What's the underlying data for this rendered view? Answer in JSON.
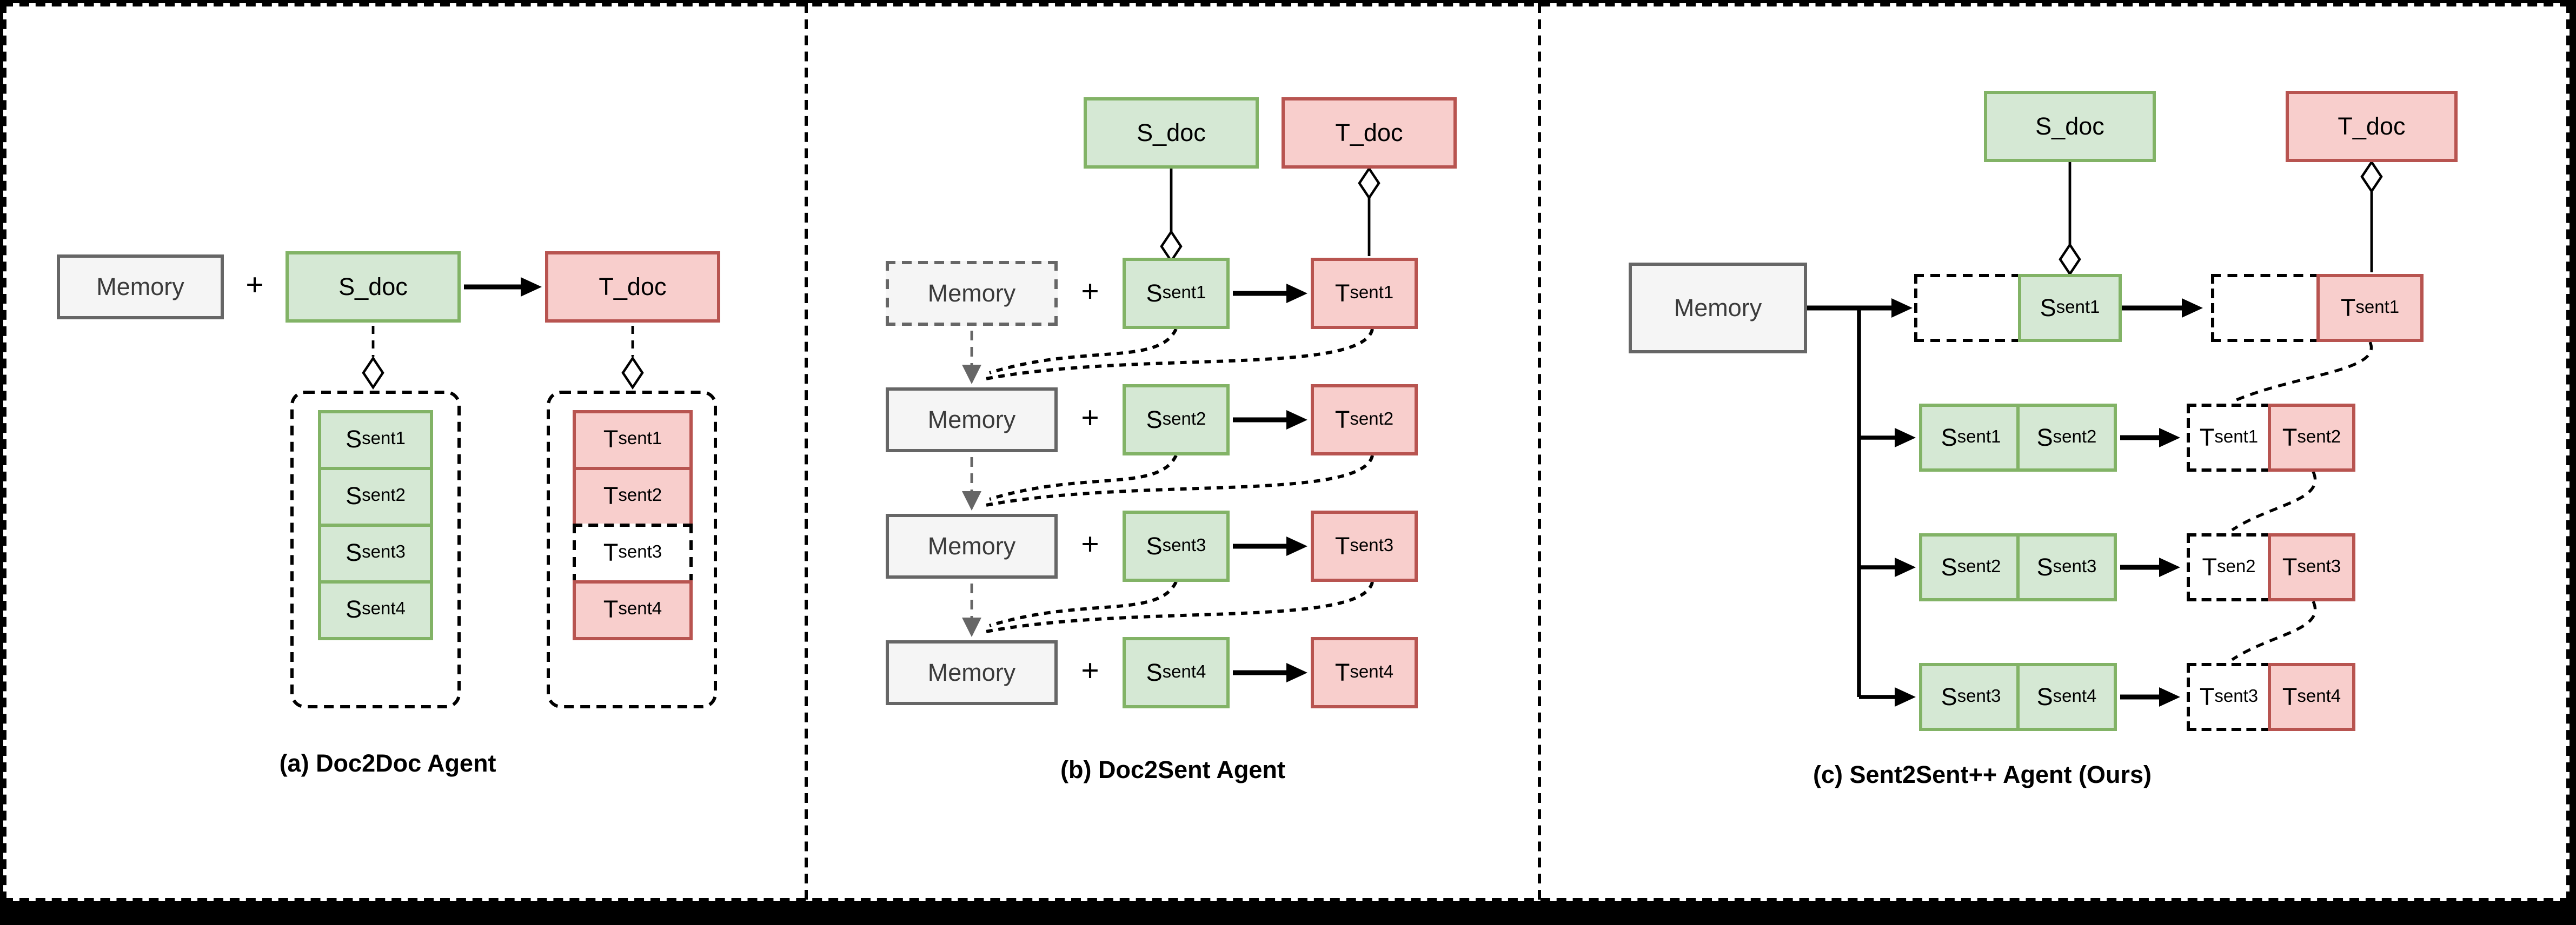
{
  "colors": {
    "green_fill": "#d5e8d4",
    "green_border": "#82b366",
    "red_fill": "#f8cecc",
    "red_border": "#b85450",
    "gray_fill": "#f5f5f5",
    "gray_border": "#666666",
    "line": "#000000"
  },
  "panel_a": {
    "caption": "(a) Doc2Doc Agent",
    "memory_label": "Memory",
    "plus": "+",
    "s_doc_label": "S_doc",
    "t_doc_label": "T_doc",
    "s_sents": [
      {
        "main": "S",
        "sub": "sent1"
      },
      {
        "main": "S",
        "sub": "sent2"
      },
      {
        "main": "S",
        "sub": "sent3"
      },
      {
        "main": "S",
        "sub": "sent4"
      }
    ],
    "t_sents": [
      {
        "main": "T",
        "sub": "sent1"
      },
      {
        "main": "T",
        "sub": "sent2"
      },
      {
        "main": "T",
        "sub": "sent3"
      },
      {
        "main": "T",
        "sub": "sent4"
      }
    ]
  },
  "panel_b": {
    "caption": "(b) Doc2Sent Agent",
    "s_doc_label": "S_doc",
    "t_doc_label": "T_doc",
    "rows": [
      {
        "memory": "Memory",
        "plus": "+",
        "s_main": "S",
        "s_sub": "sent1",
        "t_main": "T",
        "t_sub": "sent1"
      },
      {
        "memory": "Memory",
        "plus": "+",
        "s_main": "S",
        "s_sub": "sent2",
        "t_main": "T",
        "t_sub": "sent2"
      },
      {
        "memory": "Memory",
        "plus": "+",
        "s_main": "S",
        "s_sub": "sent3",
        "t_main": "T",
        "t_sub": "sent3"
      },
      {
        "memory": "Memory",
        "plus": "+",
        "s_main": "S",
        "s_sub": "sent4",
        "t_main": "T",
        "t_sub": "sent4"
      }
    ]
  },
  "panel_c": {
    "caption": "(c) Sent2Sent++ Agent (Ours)",
    "memory_label": "Memory",
    "s_doc_label": "S_doc",
    "t_doc_label": "T_doc",
    "rows": [
      {
        "s_left_main": "",
        "s_left_sub": "",
        "s_right_main": "S",
        "s_right_sub": "sent1",
        "t_left_main": "",
        "t_left_sub": "",
        "t_right_main": "T",
        "t_right_sub": "sent1"
      },
      {
        "s_left_main": "S",
        "s_left_sub": "sent1",
        "s_right_main": "S",
        "s_right_sub": "sent2",
        "t_left_main": "T",
        "t_left_sub": "sent1",
        "t_right_main": "T",
        "t_right_sub": "sent2"
      },
      {
        "s_left_main": "S",
        "s_left_sub": "sent2",
        "s_right_main": "S",
        "s_right_sub": "sent3",
        "t_left_main": "T",
        "t_left_sub": "sen2",
        "t_right_main": "T",
        "t_right_sub": "sent3"
      },
      {
        "s_left_main": "S",
        "s_left_sub": "sent3",
        "s_right_main": "S",
        "s_right_sub": "sent4",
        "t_left_main": "T",
        "t_left_sub": "sent3",
        "t_right_main": "T",
        "t_right_sub": "sent4"
      }
    ]
  }
}
